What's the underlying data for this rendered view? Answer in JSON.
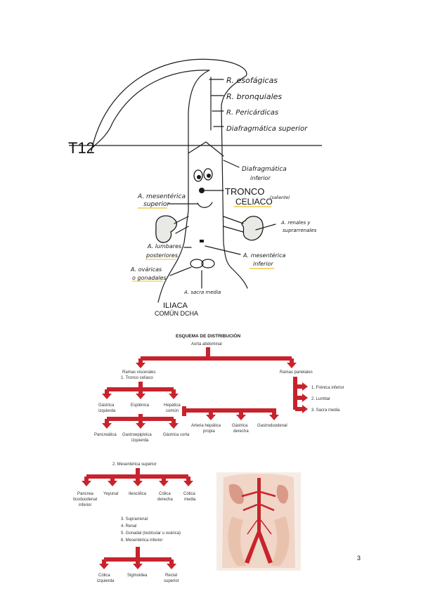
{
  "handdrawn": {
    "vertebra": "T12",
    "labels_right": [
      "R. esofágicas",
      "R. bronquiales",
      "R. Pericárdicas",
      "Diafragmática superior"
    ],
    "diaf_inf": [
      "Diafragmática",
      "inferior"
    ],
    "tronco": [
      "TRONCO",
      "CELIACO"
    ],
    "tronco_note": "(saliente)",
    "mes_sup": [
      "A. mesentérica",
      "superior"
    ],
    "renales": [
      "A. renales y",
      "suprarrenales"
    ],
    "lumbares": [
      "A. lumbares",
      "posteriores"
    ],
    "mes_inf": [
      "A. mesentérica",
      "inferior"
    ],
    "ovaricas": [
      "A. ováricas",
      "o gonadales"
    ],
    "sacra": "A. sacra media",
    "iliaca": [
      "ILIACA",
      "COMÚN DCHA"
    ]
  },
  "schema": {
    "title": "ESQUEMA DE DISTRIBUCIÓN",
    "root": "Aorta abdominal",
    "viscerales": [
      "Ramas viscerales",
      "1. Tronco celíaco"
    ],
    "parietales": "Ramas parietales",
    "parietal_items": [
      "1. Frénica inferior",
      "2. Lumbar",
      "3. Sacra media"
    ],
    "celiaco_items": [
      [
        "Gástrica",
        "izquierda"
      ],
      [
        "Esplénica"
      ],
      [
        "Hepática",
        "común"
      ]
    ],
    "esplenica_items": [
      "Pancreática",
      [
        "Gastroepiploica",
        "izquierda"
      ],
      "Gástrica corta"
    ],
    "hepatica_items": [
      [
        "Arteria hepática",
        "propia"
      ],
      [
        "Gástrica",
        "derecha"
      ],
      "Gastroduodenal"
    ],
    "mes_sup": "2. Mesentérica superior",
    "mes_sup_items": [
      [
        "Pancrea-",
        "ticoduodenal",
        "inferior"
      ],
      [
        "Yeyunal"
      ],
      [
        "Ileocólica"
      ],
      [
        "Cólica",
        "derecha"
      ],
      [
        "Cólica",
        "media"
      ]
    ],
    "others": [
      "3. Suprarrenal",
      "4. Renal",
      "5. Gonadal (testicular u ovárica)",
      "6. Mesentérica inferior"
    ],
    "mes_inf_items": [
      [
        "Cólica",
        "izquierda"
      ],
      [
        "Sigmoidea"
      ],
      [
        "Rectal",
        "superior"
      ]
    ]
  },
  "page_number": "3"
}
